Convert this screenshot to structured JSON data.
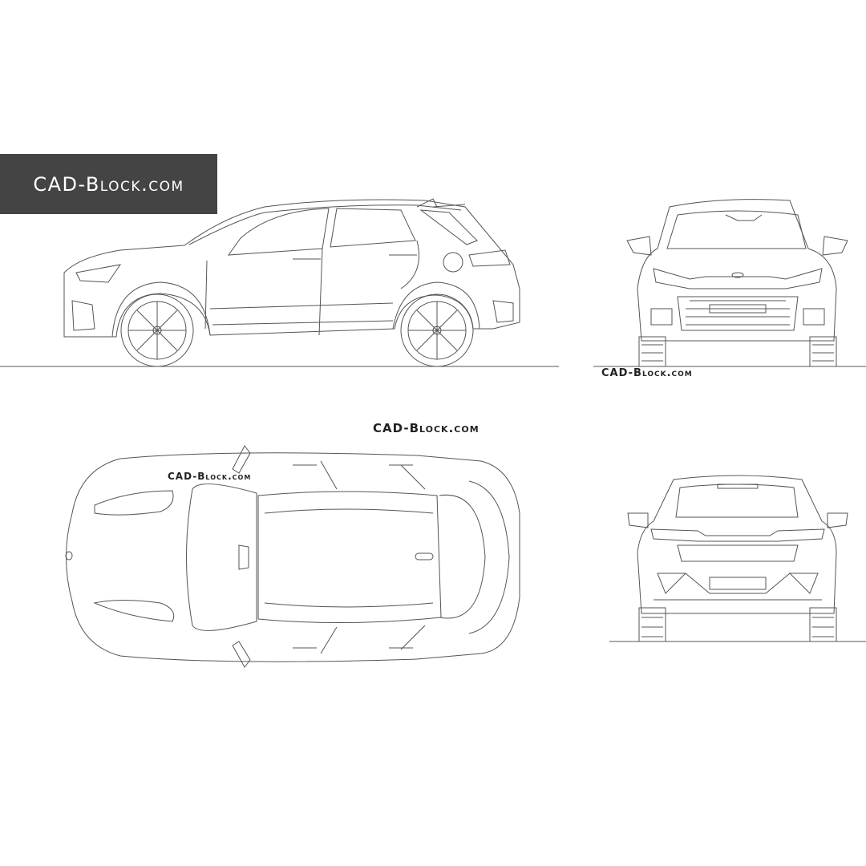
{
  "logo": {
    "text": "CAD-Block.com"
  },
  "watermarks": {
    "front_view": "CAD-Block.com",
    "top_right": "CAD-Block.com",
    "top_view": "CAD-Block.com"
  },
  "colors": {
    "logo_background": "#444444",
    "line": "#555555",
    "background": "#ffffff"
  }
}
